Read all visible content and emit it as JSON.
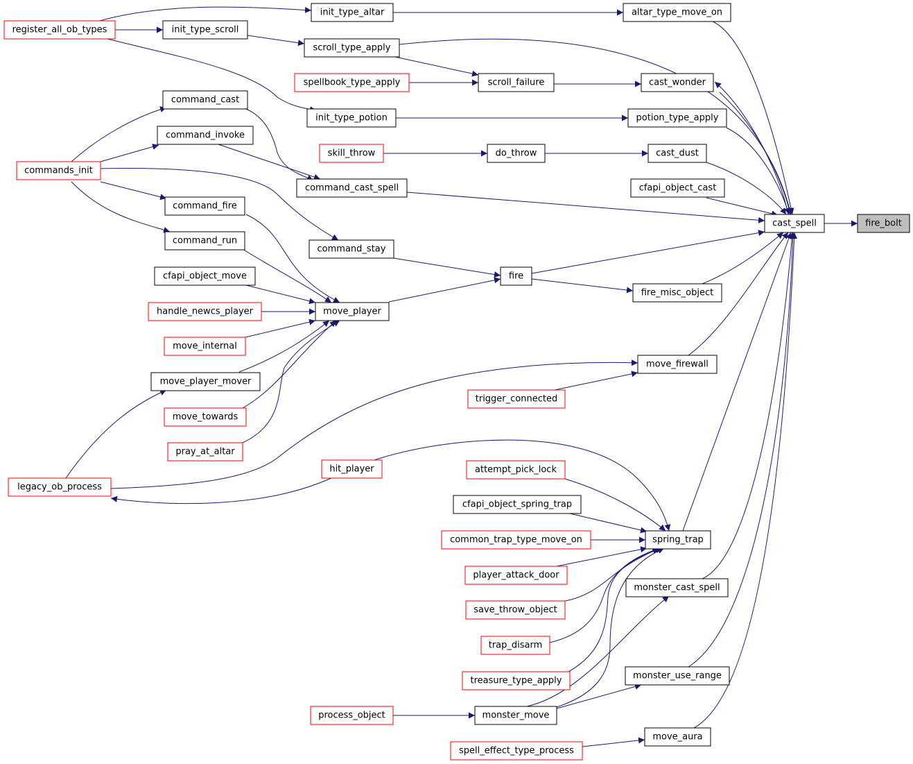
{
  "colors": {
    "edge": "#191970",
    "normal_border": "#000000",
    "incomplete_border": "#ff0000",
    "focus_fill": "#bfbfbf"
  },
  "nodes": {
    "fire_bolt": {
      "label": "fire_bolt",
      "style": "focus"
    },
    "cast_spell": {
      "label": "cast_spell",
      "style": "normal"
    },
    "altar_type_move_on": {
      "label": "altar_type_move_on",
      "style": "normal"
    },
    "init_type_altar": {
      "label": "init_type_altar",
      "style": "normal"
    },
    "register_all_ob_types": {
      "label": "register_all_ob_types",
      "style": "incomplete"
    },
    "init_type_scroll": {
      "label": "init_type_scroll",
      "style": "normal"
    },
    "scroll_type_apply": {
      "label": "scroll_type_apply",
      "style": "normal"
    },
    "spellbook_type_apply": {
      "label": "spellbook_type_apply",
      "style": "incomplete"
    },
    "scroll_failure": {
      "label": "scroll_failure",
      "style": "normal"
    },
    "cast_wonder": {
      "label": "cast_wonder",
      "style": "normal"
    },
    "init_type_potion": {
      "label": "init_type_potion",
      "style": "normal"
    },
    "potion_type_apply": {
      "label": "potion_type_apply",
      "style": "normal"
    },
    "command_cast": {
      "label": "command_cast",
      "style": "normal"
    },
    "command_invoke": {
      "label": "command_invoke",
      "style": "normal"
    },
    "commands_init": {
      "label": "commands_init",
      "style": "incomplete"
    },
    "skill_throw": {
      "label": "skill_throw",
      "style": "incomplete"
    },
    "do_throw": {
      "label": "do_throw",
      "style": "normal"
    },
    "cast_dust": {
      "label": "cast_dust",
      "style": "normal"
    },
    "command_cast_spell": {
      "label": "command_cast_spell",
      "style": "normal"
    },
    "cfapi_object_cast": {
      "label": "cfapi_object_cast",
      "style": "normal"
    },
    "command_fire": {
      "label": "command_fire",
      "style": "normal"
    },
    "command_run": {
      "label": "command_run",
      "style": "normal"
    },
    "command_stay": {
      "label": "command_stay",
      "style": "normal"
    },
    "fire": {
      "label": "fire",
      "style": "normal"
    },
    "cfapi_object_move": {
      "label": "cfapi_object_move",
      "style": "normal"
    },
    "fire_misc_object": {
      "label": "fire_misc_object",
      "style": "normal"
    },
    "handle_newcs_player": {
      "label": "handle_newcs_player",
      "style": "incomplete"
    },
    "move_player": {
      "label": "move_player",
      "style": "normal"
    },
    "move_internal": {
      "label": "move_internal",
      "style": "incomplete"
    },
    "move_firewall": {
      "label": "move_firewall",
      "style": "normal"
    },
    "move_player_mover": {
      "label": "move_player_mover",
      "style": "normal"
    },
    "trigger_connected": {
      "label": "trigger_connected",
      "style": "incomplete"
    },
    "move_towards": {
      "label": "move_towards",
      "style": "incomplete"
    },
    "pray_at_altar": {
      "label": "pray_at_altar",
      "style": "incomplete"
    },
    "hit_player": {
      "label": "hit_player",
      "style": "incomplete"
    },
    "attempt_pick_lock": {
      "label": "attempt_pick_lock",
      "style": "incomplete"
    },
    "legacy_ob_process": {
      "label": "legacy_ob_process",
      "style": "incomplete"
    },
    "cfapi_object_spring_trap": {
      "label": "cfapi_object_spring_trap",
      "style": "normal"
    },
    "common_trap_type_move_on": {
      "label": "common_trap_type_move_on",
      "style": "incomplete"
    },
    "spring_trap": {
      "label": "spring_trap",
      "style": "normal"
    },
    "player_attack_door": {
      "label": "player_attack_door",
      "style": "incomplete"
    },
    "monster_cast_spell": {
      "label": "monster_cast_spell",
      "style": "normal"
    },
    "save_throw_object": {
      "label": "save_throw_object",
      "style": "incomplete"
    },
    "trap_disarm": {
      "label": "trap_disarm",
      "style": "incomplete"
    },
    "treasure_type_apply": {
      "label": "treasure_type_apply",
      "style": "incomplete"
    },
    "monster_use_range": {
      "label": "monster_use_range",
      "style": "normal"
    },
    "process_object": {
      "label": "process_object",
      "style": "incomplete"
    },
    "monster_move": {
      "label": "monster_move",
      "style": "normal"
    },
    "move_aura": {
      "label": "move_aura",
      "style": "normal"
    },
    "spell_effect_type_process": {
      "label": "spell_effect_type_process",
      "style": "incomplete"
    }
  },
  "edges": [
    {
      "from": "cast_spell",
      "to": "fire_bolt"
    },
    {
      "from": "altar_type_move_on",
      "to": "cast_spell"
    },
    {
      "from": "scroll_type_apply",
      "to": "cast_spell"
    },
    {
      "from": "cast_wonder",
      "to": "cast_spell"
    },
    {
      "from": "potion_type_apply",
      "to": "cast_spell"
    },
    {
      "from": "cast_dust",
      "to": "cast_spell"
    },
    {
      "from": "cfapi_object_cast",
      "to": "cast_spell"
    },
    {
      "from": "command_cast_spell",
      "to": "cast_spell"
    },
    {
      "from": "fire",
      "to": "cast_spell"
    },
    {
      "from": "fire_misc_object",
      "to": "cast_spell"
    },
    {
      "from": "move_firewall",
      "to": "cast_spell"
    },
    {
      "from": "spring_trap",
      "to": "cast_spell"
    },
    {
      "from": "monster_cast_spell",
      "to": "cast_spell"
    },
    {
      "from": "monster_use_range",
      "to": "cast_spell"
    },
    {
      "from": "move_aura",
      "to": "cast_spell"
    },
    {
      "from": "init_type_altar",
      "to": "altar_type_move_on"
    },
    {
      "from": "register_all_ob_types",
      "to": "init_type_altar"
    },
    {
      "from": "register_all_ob_types",
      "to": "init_type_scroll"
    },
    {
      "from": "register_all_ob_types",
      "to": "init_type_potion"
    },
    {
      "from": "init_type_scroll",
      "to": "scroll_type_apply"
    },
    {
      "from": "scroll_type_apply",
      "to": "scroll_failure"
    },
    {
      "from": "spellbook_type_apply",
      "to": "scroll_failure"
    },
    {
      "from": "scroll_failure",
      "to": "cast_wonder"
    },
    {
      "from": "cast_spell",
      "to": "cast_wonder"
    },
    {
      "from": "init_type_potion",
      "to": "potion_type_apply"
    },
    {
      "from": "commands_init",
      "to": "command_cast"
    },
    {
      "from": "commands_init",
      "to": "command_invoke"
    },
    {
      "from": "commands_init",
      "to": "command_fire"
    },
    {
      "from": "commands_init",
      "to": "command_run"
    },
    {
      "from": "commands_init",
      "to": "command_stay"
    },
    {
      "from": "command_cast",
      "to": "command_cast_spell"
    },
    {
      "from": "command_invoke",
      "to": "command_cast_spell"
    },
    {
      "from": "skill_throw",
      "to": "do_throw"
    },
    {
      "from": "do_throw",
      "to": "cast_dust"
    },
    {
      "from": "command_stay",
      "to": "fire"
    },
    {
      "from": "move_player",
      "to": "fire"
    },
    {
      "from": "fire",
      "to": "fire_misc_object"
    },
    {
      "from": "command_fire",
      "to": "move_player"
    },
    {
      "from": "command_run",
      "to": "move_player"
    },
    {
      "from": "cfapi_object_move",
      "to": "move_player"
    },
    {
      "from": "handle_newcs_player",
      "to": "move_player"
    },
    {
      "from": "move_internal",
      "to": "move_player"
    },
    {
      "from": "move_player_mover",
      "to": "move_player"
    },
    {
      "from": "move_towards",
      "to": "move_player"
    },
    {
      "from": "pray_at_altar",
      "to": "move_player"
    },
    {
      "from": "legacy_ob_process",
      "to": "move_player_mover"
    },
    {
      "from": "legacy_ob_process",
      "to": "move_firewall"
    },
    {
      "from": "trigger_connected",
      "to": "move_firewall"
    },
    {
      "from": "hit_player",
      "to": "legacy_ob_process"
    },
    {
      "from": "hit_player",
      "to": "spring_trap"
    },
    {
      "from": "attempt_pick_lock",
      "to": "spring_trap"
    },
    {
      "from": "cfapi_object_spring_trap",
      "to": "spring_trap"
    },
    {
      "from": "common_trap_type_move_on",
      "to": "spring_trap"
    },
    {
      "from": "player_attack_door",
      "to": "spring_trap"
    },
    {
      "from": "save_throw_object",
      "to": "spring_trap"
    },
    {
      "from": "trap_disarm",
      "to": "spring_trap"
    },
    {
      "from": "treasure_type_apply",
      "to": "spring_trap"
    },
    {
      "from": "monster_move",
      "to": "spring_trap"
    },
    {
      "from": "monster_move",
      "to": "monster_cast_spell"
    },
    {
      "from": "monster_move",
      "to": "monster_use_range"
    },
    {
      "from": "process_object",
      "to": "monster_move"
    },
    {
      "from": "spell_effect_type_process",
      "to": "move_aura"
    }
  ]
}
